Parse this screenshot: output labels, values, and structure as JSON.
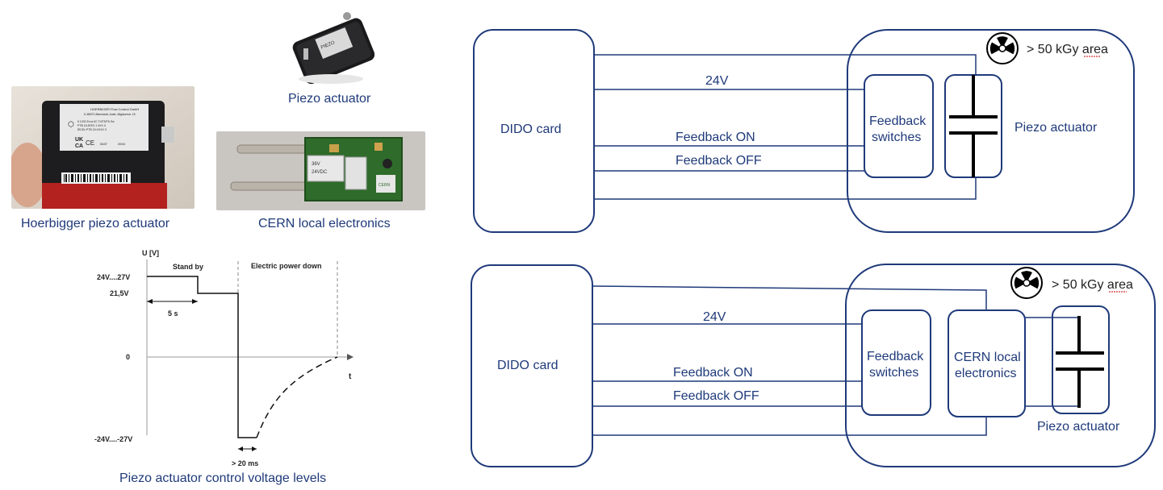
{
  "colors": {
    "text_blue": "#1f3a7a",
    "box_stroke": "#1f3a7a",
    "line_black": "#000000"
  },
  "captions": {
    "hoerbigger": "Hoerbigger piezo actuator",
    "piezo_top": "Piezo actuator",
    "cern_local": "CERN local electronics",
    "voltage_levels": "Piezo actuator control voltage levels"
  },
  "voltage_plot": {
    "y_axis_label": "U [V]",
    "x_axis_label": "t",
    "tick_24_27": "24V....27V",
    "tick_21_5": "21,5V",
    "tick_0": "0",
    "tick_neg": "-24V....-27V",
    "stand_by": "Stand by",
    "power_down": "Electric power down",
    "five_s": "5 s",
    "twenty_ms": "> 20 ms"
  },
  "diagram1": {
    "dido": "DIDO card",
    "v24": "24V",
    "fb_on": "Feedback ON",
    "fb_off": "Feedback OFF",
    "fb_switches_1": "Feedback",
    "fb_switches_2": "switches",
    "piezo": "Piezo actuator",
    "area": "> 50 kGy area",
    "radiation_icon": "radiation-icon"
  },
  "diagram2": {
    "dido": "DIDO card",
    "v24": "24V",
    "fb_on": "Feedback ON",
    "fb_off": "Feedback OFF",
    "fb_switches_1": "Feedback",
    "fb_switches_2": "switches",
    "cern_1": "CERN local",
    "cern_2": "electronics",
    "piezo": "Piezo actuator",
    "area": "> 50 kGy area",
    "radiation_icon": "radiation-icon"
  },
  "photo_labels": {
    "hoer_line1": "HOERBIGER Flow Control GmbH",
    "hoer_line2": "D-86972 Altenstadt, Austr. Allgäuerstr. 15",
    "hoer_line3": "II 1/2G Ex ia IIC T4/T5/T6 Ga",
    "hoer_line4": "PTB 15 ATEX 1 0XX X",
    "hoer_line5": "IECEx PTB 15.XXXX X",
    "hoer_uk": "UK",
    "hoer_ca": "CA",
    "hoer_num": "0637",
    "hoer_year": "2004",
    "cern_chip1": "36V",
    "cern_chip2": "24VDC",
    "cern_logo": "CERN"
  }
}
